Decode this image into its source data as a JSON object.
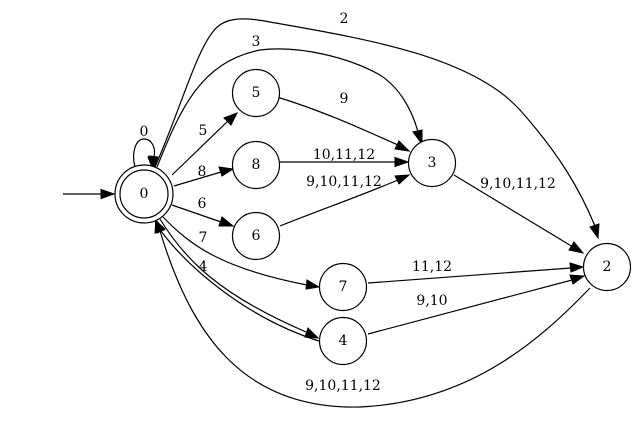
{
  "diagram": {
    "type": "finite-state-automaton",
    "start_state": "0",
    "accepting_states": [
      "0"
    ],
    "states": [
      {
        "id": "0",
        "label": "0",
        "accepting": true
      },
      {
        "id": "5",
        "label": "5",
        "accepting": false
      },
      {
        "id": "8",
        "label": "8",
        "accepting": false
      },
      {
        "id": "6",
        "label": "6",
        "accepting": false
      },
      {
        "id": "7",
        "label": "7",
        "accepting": false
      },
      {
        "id": "4",
        "label": "4",
        "accepting": false
      },
      {
        "id": "3",
        "label": "3",
        "accepting": false
      },
      {
        "id": "2",
        "label": "2",
        "accepting": false
      }
    ],
    "transitions": [
      {
        "id": "t-0-0",
        "from": "0",
        "to": "0",
        "label": "0"
      },
      {
        "id": "t-0-5",
        "from": "0",
        "to": "5",
        "label": "5"
      },
      {
        "id": "t-0-8",
        "from": "0",
        "to": "8",
        "label": "8"
      },
      {
        "id": "t-0-6",
        "from": "0",
        "to": "6",
        "label": "6"
      },
      {
        "id": "t-0-7",
        "from": "0",
        "to": "7",
        "label": "7"
      },
      {
        "id": "t-0-4",
        "from": "0",
        "to": "4",
        "label": "4"
      },
      {
        "id": "t-0-3",
        "from": "0",
        "to": "3",
        "label": "3"
      },
      {
        "id": "t-0-2",
        "from": "0",
        "to": "2",
        "label": "2"
      },
      {
        "id": "t-5-3",
        "from": "5",
        "to": "3",
        "label": "9"
      },
      {
        "id": "t-8-3",
        "from": "8",
        "to": "3",
        "label": "10,11,12"
      },
      {
        "id": "t-6-3",
        "from": "6",
        "to": "3",
        "label": "9,10,11,12"
      },
      {
        "id": "t-3-2",
        "from": "3",
        "to": "2",
        "label": "9,10,11,12"
      },
      {
        "id": "t-7-2",
        "from": "7",
        "to": "2",
        "label": "11,12"
      },
      {
        "id": "t-4-2",
        "from": "4",
        "to": "2",
        "label": "9,10"
      },
      {
        "id": "t-2-0",
        "from": "2",
        "to": "0",
        "label": "9,10,11,12"
      },
      {
        "id": "t-4-0",
        "from": "4",
        "to": "0",
        "label": ""
      }
    ]
  }
}
